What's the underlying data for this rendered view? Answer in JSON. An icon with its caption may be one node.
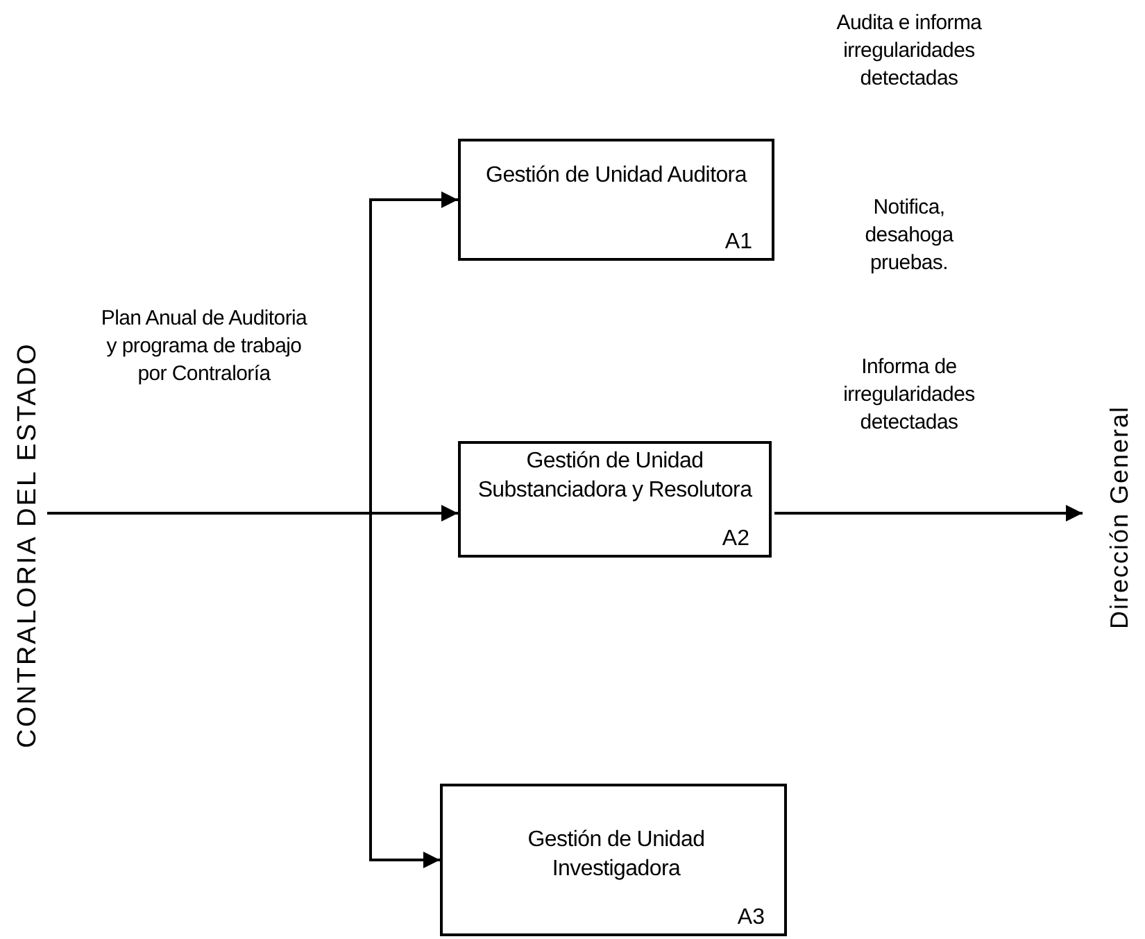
{
  "diagram": {
    "nodes": [
      {
        "text": [
          "CONTRALORIA DEL ESTADO"
        ]
      },
      {
        "text": [
          "Gestión de Unidad Auditora",
          "A1"
        ]
      },
      {
        "text": [
          "Gestión de Unidad Substanciadora y Resolutora",
          "A2"
        ]
      },
      {
        "text": [
          "Gestión de Unidad Investigadora",
          "A3"
        ]
      },
      {
        "text": [
          "Dirección General"
        ]
      }
    ],
    "edges": [
      {
        "from": 0,
        "to": 1,
        "arrow": "to"
      },
      {
        "from": 0,
        "to": 2,
        "arrow": "to"
      },
      {
        "from": 0,
        "to": 3,
        "arrow": "to"
      },
      {
        "from": 2,
        "to": 4,
        "arrow": "to",
        "label": "Informa de irregularidades detectadas"
      }
    ],
    "labels": [
      "Audita e informa irregularidades detectadas",
      "Notifica, desahoga pruebas.",
      "Plan Anual de Auditoria y programa de trabajo por Contraloría"
    ]
  }
}
